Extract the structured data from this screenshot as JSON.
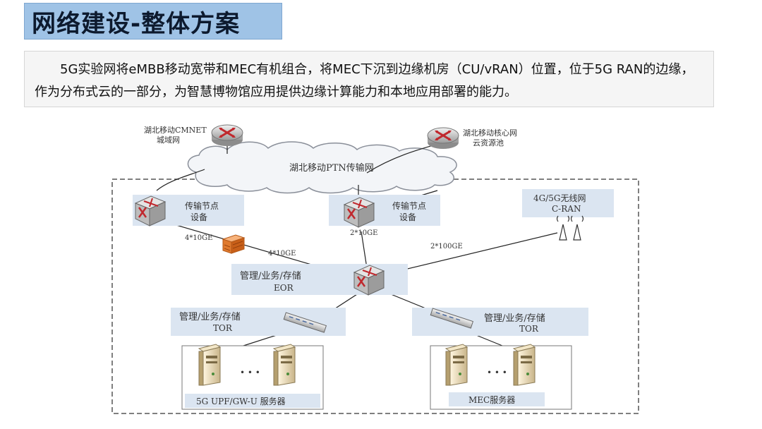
{
  "title": "网络建设-整体方案",
  "description": "5G实验网将eMBB移动宽带和MEC有机组合，将MEC下沉到边缘机房（CU/vRAN）位置，位于5G RAN的边缘，作为分布式云的一部分，为智慧博物馆应用提供边缘计算能力和本地应用部署的能力。",
  "diagram": {
    "cmnet": {
      "line1": "湖北移动CMNET",
      "line2": "城域网"
    },
    "core": {
      "line1": "湖北移动核心网",
      "line2": "云资源池"
    },
    "ptn": "湖北移动PTN传输网",
    "node_left": {
      "line1": "传输节点",
      "line2": "设备"
    },
    "node_mid": {
      "line1": "传输节点",
      "line2": "设备"
    },
    "cran": {
      "line1": "4G/5G无线网",
      "line2": "C-RAN"
    },
    "link_left": "4*10GE",
    "link_fw": "4*10GE",
    "link_mid": "2*10GE",
    "link_cran": "2*100GE",
    "eor": {
      "line1": "管理/业务/存储",
      "line2": "EOR"
    },
    "tor_left": {
      "line1": "管理/业务/存储",
      "line2": "TOR"
    },
    "tor_right": {
      "line1": "管理/业务/存储",
      "line2": "TOR"
    },
    "servers_left": "5G UPF/GW-U 服务器",
    "servers_right": "MEC服务器",
    "ellipsis": "• • •"
  }
}
